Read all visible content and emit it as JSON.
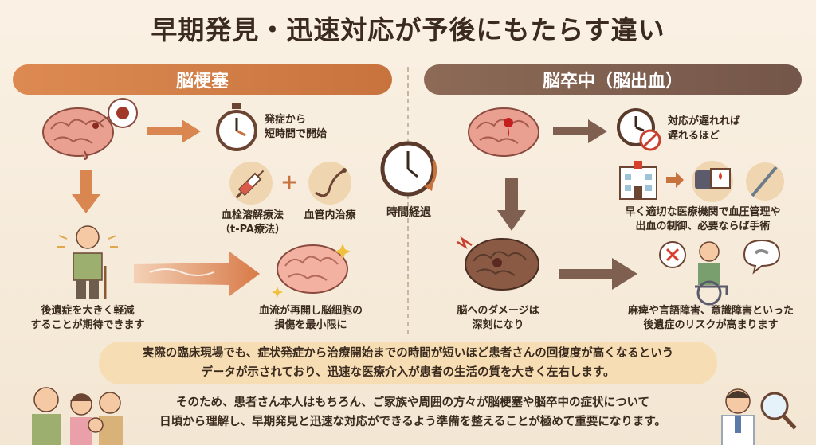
{
  "title": "早期発見・迅速対応が予後にもたらす違い",
  "left": {
    "header": "脳梗塞",
    "onset": "発症から\n短時間で開始",
    "tpa": "血栓溶解療法\n（t-PA療法）",
    "endovascular": "血管内治療",
    "expect": "後遺症を大きく軽減\nすることが期待できます",
    "reperfusion": "血流が再開し脳細胞の\n損傷を最小限に"
  },
  "center": {
    "time_label": "時間経過"
  },
  "right": {
    "header": "脳卒中（脳出血）",
    "delay": "対応が遅れれば\n遅れるほど",
    "early": "早く適切な医療機関で血圧管理や\n出血の制御、必要ならば手術",
    "damage": "脳へのダメージは\n深刻になり",
    "risk": "麻痺や言語障害、意識障害といった\n後遺症のリスクが高まります"
  },
  "bottom": {
    "line1": "実際の臨床現場でも、症状発症から治療開始までの時間が短いほど患者さんの回復度が高くなるという",
    "line2": "データが示されており、迅速な医療介入が患者の生活の質を大きく左右します。",
    "line3": "そのため、患者さん本人はもちろん、ご家族や周囲の方々が脳梗塞や脳卒中の症状について",
    "line4": "日頃から理解し、早期発見と迅速な対応ができるよう準備を整えることが極めて重要になります。"
  },
  "colors": {
    "accent_left": "#d47f47",
    "accent_right": "#7f6050",
    "brain": "#e99a8b",
    "box": "#f6ddb4"
  }
}
